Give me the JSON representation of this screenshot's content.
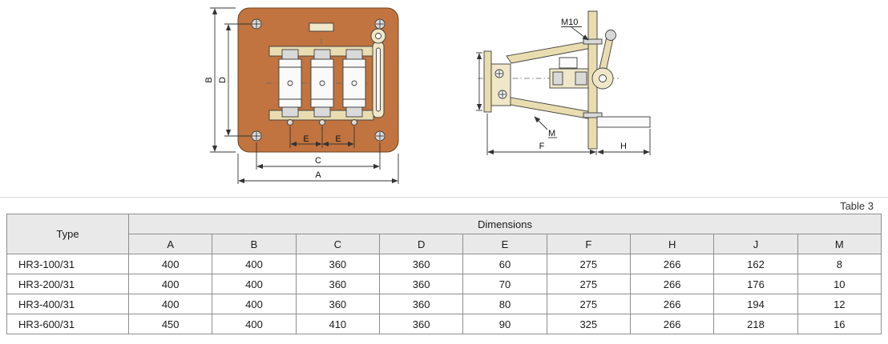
{
  "drawing": {
    "front_view": {
      "labels": {
        "B": "B",
        "D": "D",
        "E_left": "E",
        "E_right": "E",
        "C": "C",
        "A": "A"
      }
    },
    "side_view": {
      "labels": {
        "M10": "M10",
        "M": "M",
        "F": "F",
        "H": "H"
      }
    }
  },
  "caption": "Table 3",
  "table": {
    "type_header": "Type",
    "group_header": "Dimensions",
    "columns": [
      "A",
      "B",
      "C",
      "D",
      "E",
      "F",
      "H",
      "J",
      "M"
    ],
    "rows": [
      {
        "type": "HR3-100/31",
        "values": [
          "400",
          "400",
          "360",
          "360",
          "60",
          "275",
          "266",
          "162",
          "8"
        ]
      },
      {
        "type": "HR3-200/31",
        "values": [
          "400",
          "400",
          "360",
          "360",
          "70",
          "275",
          "266",
          "176",
          "10"
        ]
      },
      {
        "type": "HR3-400/31",
        "values": [
          "400",
          "400",
          "360",
          "360",
          "80",
          "275",
          "266",
          "194",
          "12"
        ]
      },
      {
        "type": "HR3-600/31",
        "values": [
          "450",
          "400",
          "410",
          "360",
          "90",
          "325",
          "266",
          "218",
          "16"
        ]
      }
    ]
  },
  "colors": {
    "plate_orange": "#c1743f",
    "beige": "#e9ddb0",
    "cream": "#efe7c8",
    "line": "#3c3c3c",
    "table_header_bg": "#e9e9e9",
    "table_border": "#8f8f8f"
  }
}
